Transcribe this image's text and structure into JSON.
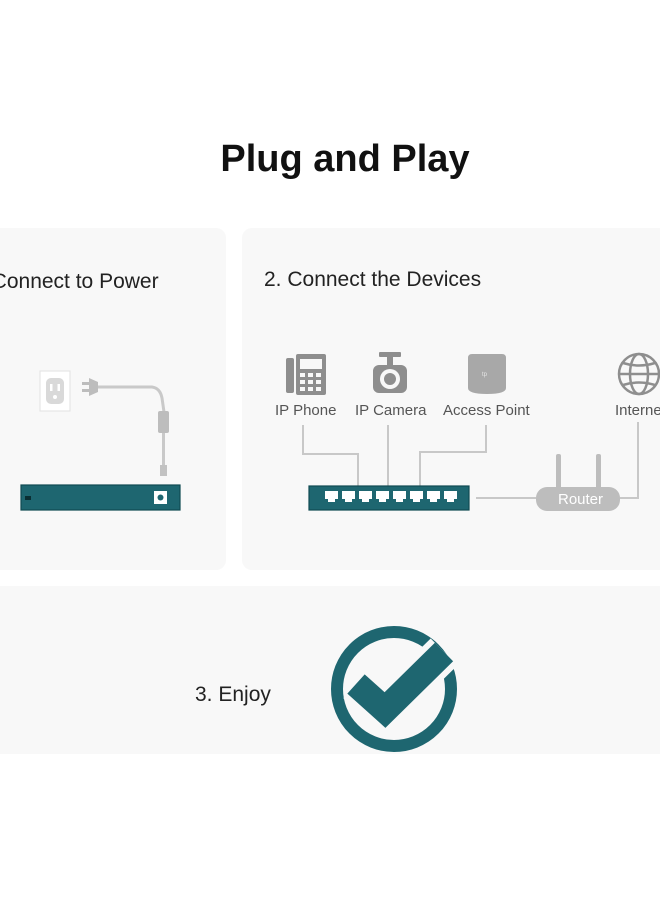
{
  "title": "Plug and Play",
  "steps": [
    {
      "label": ". Connect to Power"
    },
    {
      "label": "2. Connect the Devices"
    },
    {
      "label": "3. Enjoy"
    }
  ],
  "devices": [
    {
      "label": "IP Phone",
      "icon": "phone-icon"
    },
    {
      "label": "IP Camera",
      "icon": "camera-icon"
    },
    {
      "label": "Access Point",
      "icon": "access-point-icon"
    },
    {
      "label": "Interne",
      "icon": "globe-icon"
    }
  ],
  "router": {
    "label": "Router"
  },
  "colors": {
    "switch": "#1e6670",
    "switch_border": "#0f4a52",
    "icon_gray": "#8e8e8e",
    "line_gray": "#c8c8c8",
    "check": "#1e6670"
  }
}
